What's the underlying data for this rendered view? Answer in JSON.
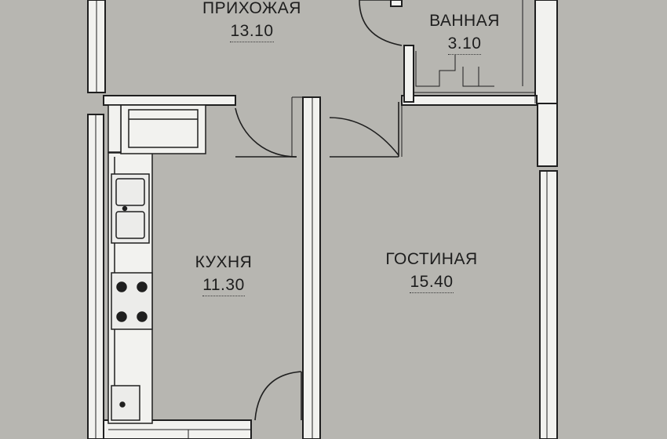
{
  "colors": {
    "paper": "#b7b6b1",
    "wall_fill": "#f2f2ef",
    "line": "#1f1f1f"
  },
  "rooms": [
    {
      "key": "hallway",
      "name": "ПРИХОЖАЯ",
      "area": "13.10"
    },
    {
      "key": "bathroom",
      "name": "ВАННАЯ",
      "area": "3.10"
    },
    {
      "key": "kitchen",
      "name": "КУХНЯ",
      "area": "11.30"
    },
    {
      "key": "living",
      "name": "ГОСТИНАЯ",
      "area": "15.40"
    }
  ],
  "fixtures": [
    {
      "key": "sink",
      "icon": "double-sink-icon"
    },
    {
      "key": "stove",
      "icon": "four-burner-stove-icon"
    },
    {
      "key": "counter",
      "icon": "kitchen-counter-icon"
    },
    {
      "key": "toilet",
      "icon": "toilet-icon"
    }
  ]
}
